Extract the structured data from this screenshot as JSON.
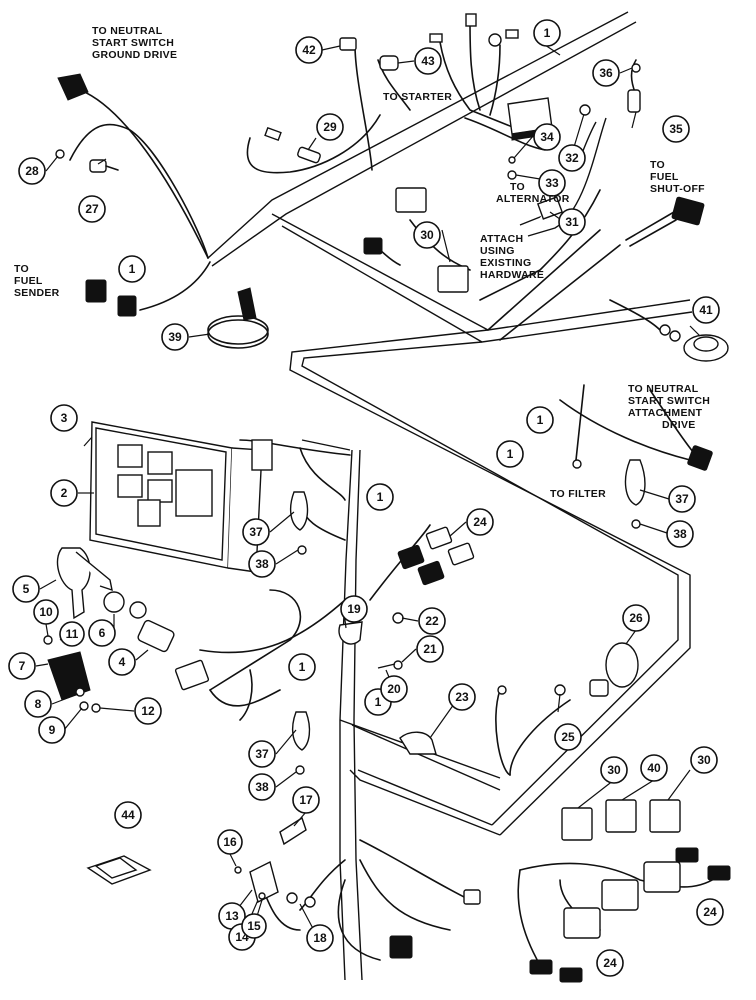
{
  "labels": {
    "neutral_ground": [
      "TO NEUTRAL",
      "START SWITCH",
      "GROUND DRIVE"
    ],
    "starter": [
      "TO STARTER"
    ],
    "alternator": [
      "TO",
      "ALTERNATOR"
    ],
    "fuel_shutoff": [
      "TO",
      "FUEL",
      "SHUT-OFF"
    ],
    "attach": [
      "ATTACH",
      "USING",
      "EXISTING",
      "HARDWARE"
    ],
    "fuel_sender": [
      "TO",
      "FUEL",
      "SENDER"
    ],
    "neutral_attach": [
      "TO NEUTRAL",
      "START SWITCH",
      "ATTACHMENT",
      "DRIVE"
    ],
    "filter": [
      "TO FILTER"
    ]
  },
  "callouts": [
    "1",
    "2",
    "3",
    "4",
    "5",
    "6",
    "7",
    "8",
    "9",
    "10",
    "11",
    "12",
    "13",
    "14",
    "15",
    "16",
    "17",
    "18",
    "19",
    "20",
    "21",
    "22",
    "23",
    "24",
    "25",
    "26",
    "27",
    "28",
    "29",
    "30",
    "31",
    "32",
    "33",
    "34",
    "35",
    "36",
    "37",
    "38",
    "39",
    "40",
    "41",
    "42",
    "43",
    "44"
  ]
}
